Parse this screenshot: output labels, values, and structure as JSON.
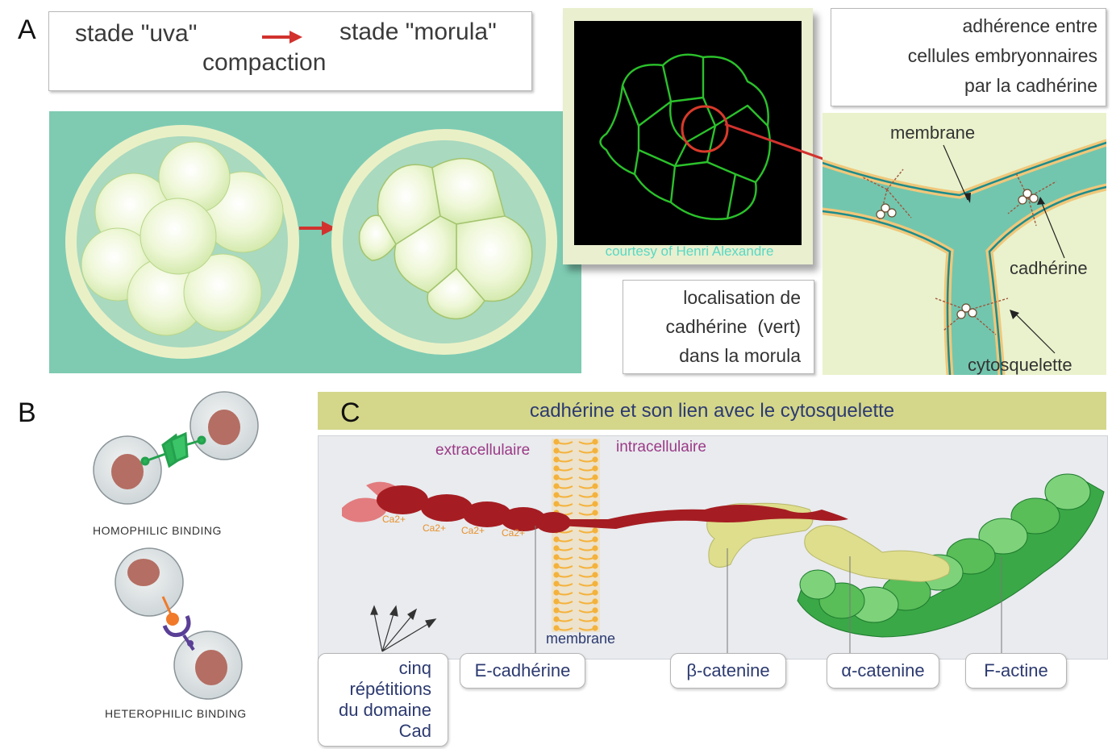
{
  "panelA": {
    "letter": "A",
    "stage_uva": "stade \"uva\"",
    "stage_morula": "stade \"morula\"",
    "compaction": "compaction",
    "courtesy": "courtesy of Henri Alexandre",
    "adhesion_lines": [
      "adhérence entre",
      "cellules embryonnaires",
      "par la cadhérine"
    ],
    "localisation_lines": [
      "localisation de",
      "cadhérine  (vert)",
      "dans la morula"
    ],
    "label_membrane": "membrane",
    "label_cadherine": "cadhérine",
    "label_cytosquelette": "cytosquelette"
  },
  "panelB": {
    "letter": "B",
    "homophilic": "HOMOPHILIC BINDING",
    "heterophilic": "HETEROPHILIC BINDING"
  },
  "panelC": {
    "letter": "C",
    "title": "cadhérine et son lien avec le cytosquelette",
    "extracellulaire": "extracellulaire",
    "intracellulaire": "intracellulaire",
    "membrane": "membrane",
    "ca_labels": [
      "Ca2+",
      "Ca2+",
      "Ca2+",
      "Ca2+"
    ],
    "callout_cinq_lines": [
      "cinq",
      "répétitions",
      "du domaine",
      "Cad"
    ],
    "callout_ecad": "E-cadhérine",
    "callout_beta": "β-catenine",
    "callout_alpha": "α-catenine",
    "callout_factine": "F-actine"
  },
  "colors": {
    "teal_bg": "#7ecbb2",
    "cell_green": "#e6f4c8",
    "cadherin_red": "#a51d22",
    "membrane_orange": "#f4b23c",
    "catenin_yellow": "#dede8c",
    "actin_green": "#3aa846",
    "title_band": "#d4d68a",
    "arrow_red": "#d2322e"
  }
}
